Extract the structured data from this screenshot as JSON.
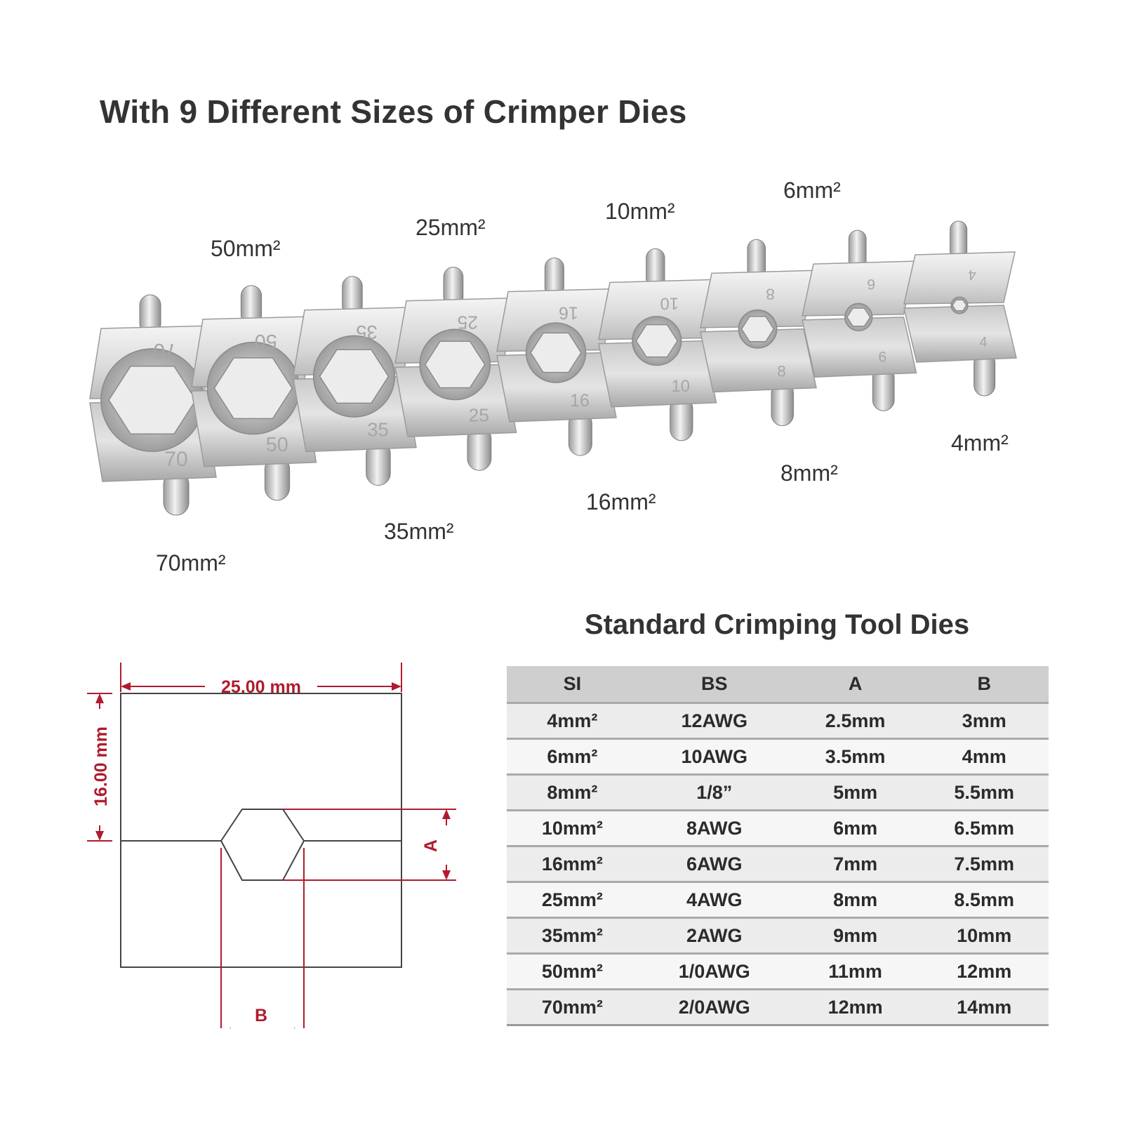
{
  "header": {
    "title": "With 9 Different Sizes of Crimper Dies"
  },
  "dies": [
    {
      "size_label": "70mm²",
      "stamp": "70"
    },
    {
      "size_label": "50mm²",
      "stamp": "50"
    },
    {
      "size_label": "35mm²",
      "stamp": "35"
    },
    {
      "size_label": "25mm²",
      "stamp": "25"
    },
    {
      "size_label": "16mm²",
      "stamp": "16"
    },
    {
      "size_label": "10mm²",
      "stamp": "10"
    },
    {
      "size_label": "8mm²",
      "stamp": "8"
    },
    {
      "size_label": "6mm²",
      "stamp": "6"
    },
    {
      "size_label": "4mm²",
      "stamp": "4"
    }
  ],
  "diagram": {
    "width_label": "25.00 mm",
    "height_label": "16.00 mm",
    "a_label": "A",
    "b_label": "B",
    "accent_color": "#b01c2e"
  },
  "table": {
    "title": "Standard Crimping Tool Dies",
    "columns": [
      "SI",
      "BS",
      "A",
      "B"
    ],
    "rows": [
      [
        "4mm²",
        "12AWG",
        "2.5mm",
        "3mm"
      ],
      [
        "6mm²",
        "10AWG",
        "3.5mm",
        "4mm"
      ],
      [
        "8mm²",
        "1/8”",
        "5mm",
        "5.5mm"
      ],
      [
        "10mm²",
        "8AWG",
        "6mm",
        "6.5mm"
      ],
      [
        "16mm²",
        "6AWG",
        "7mm",
        "7.5mm"
      ],
      [
        "25mm²",
        "4AWG",
        "8mm",
        "8.5mm"
      ],
      [
        "35mm²",
        "2AWG",
        "9mm",
        "10mm"
      ],
      [
        "50mm²",
        "1/0AWG",
        "11mm",
        "12mm"
      ],
      [
        "70mm²",
        "2/0AWG",
        "12mm",
        "14mm"
      ]
    ]
  }
}
